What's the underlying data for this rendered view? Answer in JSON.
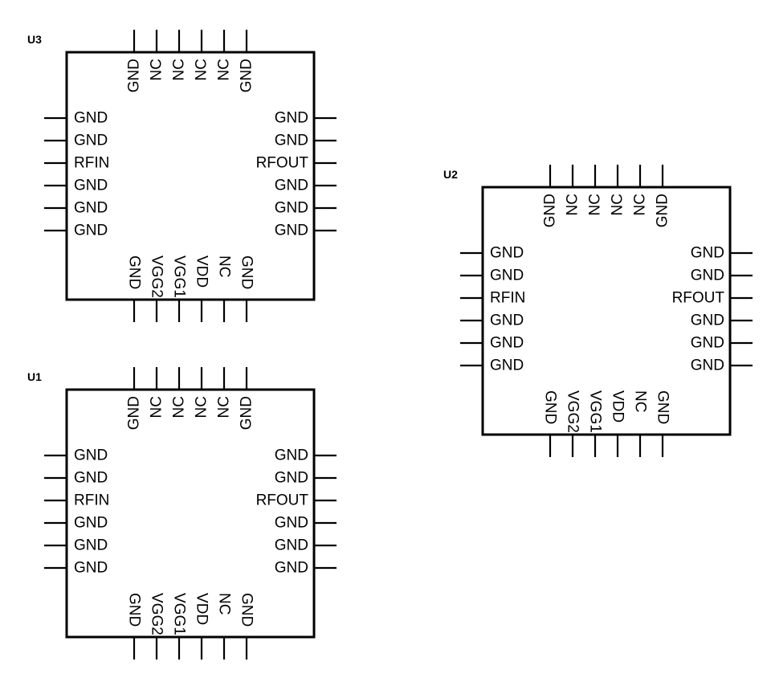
{
  "components": [
    {
      "ref": "U3",
      "pins": {
        "top": [
          "GND",
          "NC",
          "NC",
          "NC",
          "NC",
          "GND"
        ],
        "left": [
          "GND",
          "GND",
          "RFIN",
          "GND",
          "GND",
          "GND"
        ],
        "right": [
          "GND",
          "GND",
          "RFOUT",
          "GND",
          "GND",
          "GND"
        ],
        "bottom": [
          "GND",
          "VGG2",
          "VGG1",
          "VDD",
          "NC",
          "GND"
        ]
      }
    },
    {
      "ref": "U1",
      "pins": {
        "top": [
          "GND",
          "NC",
          "NC",
          "NC",
          "NC",
          "GND"
        ],
        "left": [
          "GND",
          "GND",
          "RFIN",
          "GND",
          "GND",
          "GND"
        ],
        "right": [
          "GND",
          "GND",
          "RFOUT",
          "GND",
          "GND",
          "GND"
        ],
        "bottom": [
          "GND",
          "VGG2",
          "VGG1",
          "VDD",
          "NC",
          "GND"
        ]
      }
    },
    {
      "ref": "U2",
      "pins": {
        "top": [
          "GND",
          "NC",
          "NC",
          "NC",
          "NC",
          "GND"
        ],
        "left": [
          "GND",
          "GND",
          "RFIN",
          "GND",
          "GND",
          "GND"
        ],
        "right": [
          "GND",
          "GND",
          "RFOUT",
          "GND",
          "GND",
          "GND"
        ],
        "bottom": [
          "GND",
          "VGG2",
          "VGG1",
          "VDD",
          "NC",
          "GND"
        ]
      }
    }
  ]
}
